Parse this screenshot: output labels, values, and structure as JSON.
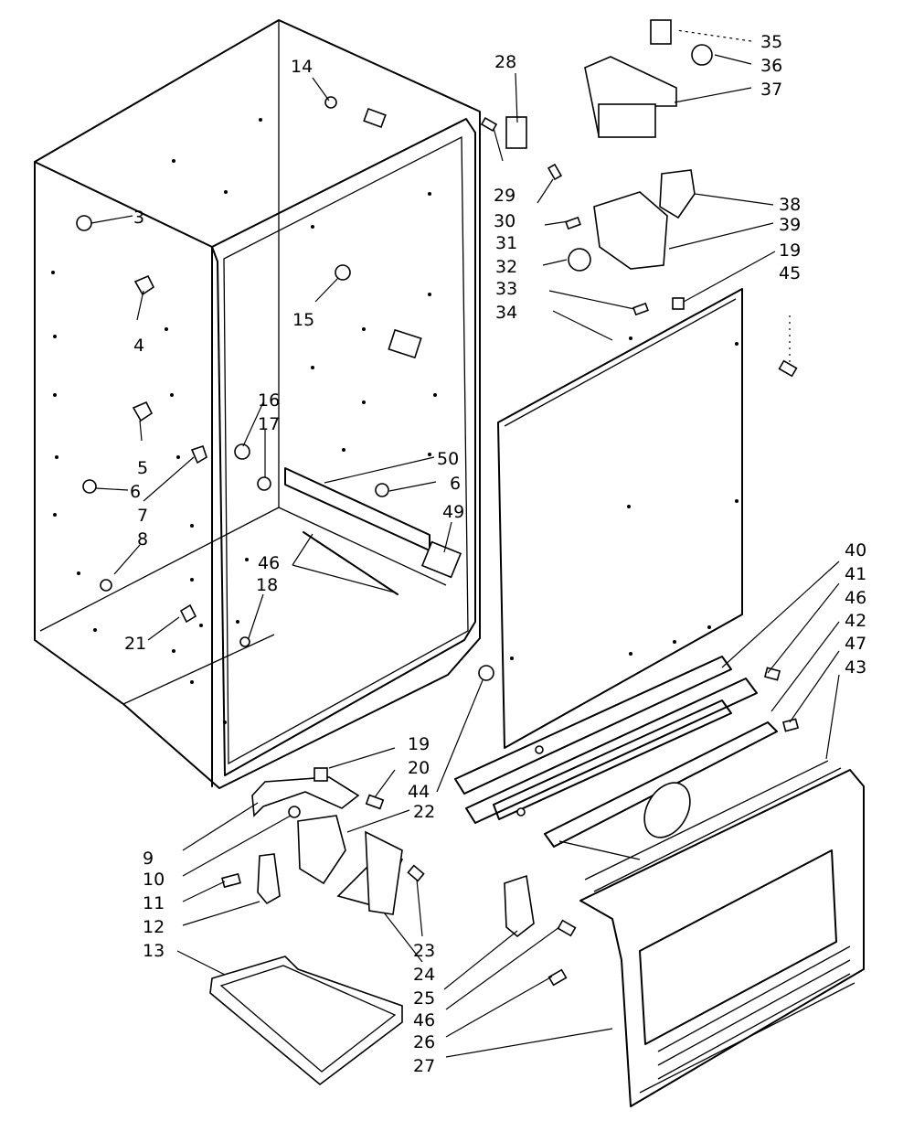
{
  "callouts": [
    "3",
    "4",
    "5",
    "6",
    "7",
    "8",
    "14",
    "15",
    "16",
    "17",
    "6",
    "50",
    "49",
    "46",
    "18",
    "21",
    "28",
    "29",
    "30",
    "31",
    "32",
    "33",
    "34",
    "35",
    "36",
    "37",
    "38",
    "39",
    "19",
    "45",
    "40",
    "41",
    "46",
    "42",
    "47",
    "43",
    "9",
    "10",
    "11",
    "12",
    "13",
    "19",
    "20",
    "44",
    "22",
    "23",
    "24",
    "25",
    "46",
    "26",
    "27"
  ]
}
